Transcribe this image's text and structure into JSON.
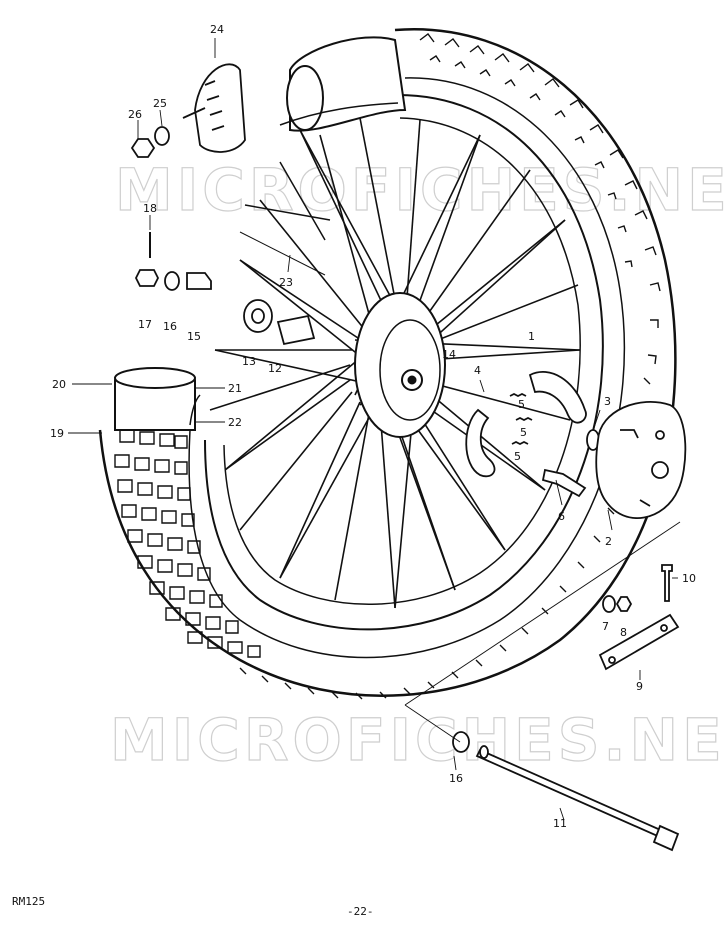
{
  "watermark": "MICROFICHES.NET",
  "footer": {
    "model": "RM125",
    "page": "-22-"
  },
  "callouts": {
    "c1": "1",
    "c2": "2",
    "c3": "3",
    "c4": "4",
    "c5a": "5",
    "c5b": "5",
    "c5c": "5",
    "c6": "6",
    "c7": "7",
    "c8": "8",
    "c9": "9",
    "c10": "10",
    "c11": "11",
    "c12": "12",
    "c13": "13",
    "c14": "14",
    "c15": "15",
    "c16a": "16",
    "c16b": "16",
    "c17": "17",
    "c18": "18",
    "c19": "19",
    "c20": "20",
    "c21": "21",
    "c22": "22",
    "c23": "23",
    "c24": "24",
    "c25": "25",
    "c26": "26"
  }
}
